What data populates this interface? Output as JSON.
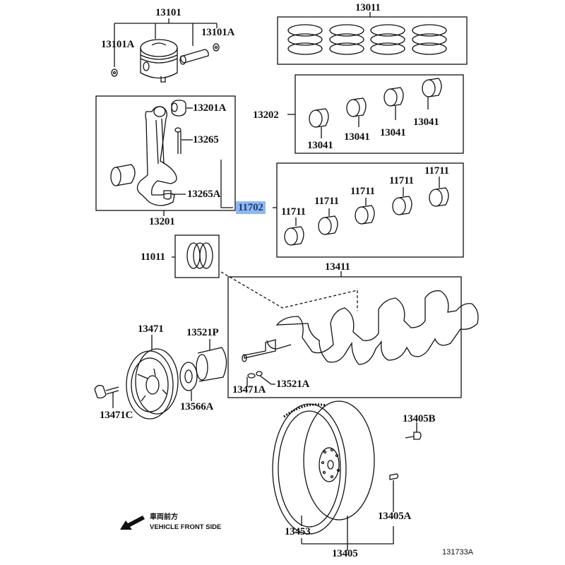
{
  "diagram": {
    "title_code": "131733A",
    "highlight_color": "#8fb8f0",
    "legend": {
      "arrow_icon": "arrow-down-left-icon",
      "japanese_text": "車両前方",
      "english_text": "VEHICLE FRONT SIDE"
    },
    "groups": {
      "piston": {
        "label": "13101",
        "sub_labels": [
          "13101A",
          "13101A"
        ]
      },
      "piston_rings": {
        "label": "13011"
      },
      "connecting_rod": {
        "label": "13201",
        "sub_labels": [
          "13201A",
          "13265",
          "13265A"
        ]
      },
      "conrod_bearings": {
        "label": "13202",
        "sub_labels": [
          "13041",
          "13041",
          "13041",
          "13041"
        ]
      },
      "main_bearings": {
        "label": "11702",
        "highlighted": true,
        "sub_labels": [
          "11711",
          "11711",
          "11711",
          "11711",
          "11711"
        ]
      },
      "thrust_washer": {
        "label": "11011"
      },
      "crankshaft": {
        "label": "13411",
        "sub_labels": [
          "13471A",
          "13521A"
        ]
      },
      "pulley": {
        "label": "13471",
        "sub_labels": [
          "13471C",
          "13521P",
          "13566A"
        ]
      },
      "flywheel": {
        "label": "13405",
        "sub_labels": [
          "13405B",
          "13405A",
          "13453"
        ]
      }
    }
  }
}
